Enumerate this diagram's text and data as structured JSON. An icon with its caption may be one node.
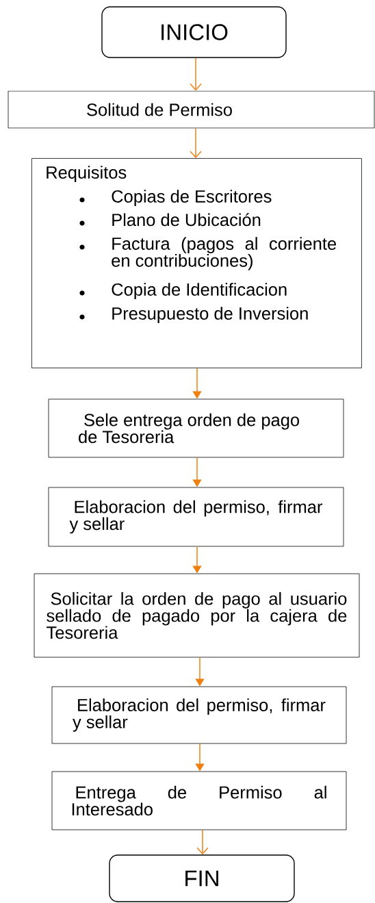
{
  "diagram": {
    "nodes": [
      {
        "text": [
          "INICIO"
        ]
      },
      {
        "text": [
          "Solitud de Permiso"
        ]
      },
      {
        "text": [
          "Requisitos",
          "Copias de Escritores",
          "Plano de Ubicación",
          "Factura (pagos al corriente en contribuciones)",
          "Copia de Identificacion",
          "Presupuesto de Inversion"
        ]
      },
      {
        "text": [
          "Sele entrega orden de pago de Tesoreria"
        ]
      },
      {
        "text": [
          "Elaboracion del permiso, firmar y sellar"
        ]
      },
      {
        "text": [
          "Solicitar la orden de pago al usuario sellado de pagado por la cajera de Tesoreria"
        ]
      },
      {
        "text": [
          "Elaboracion del permiso, firmar y sellar"
        ]
      },
      {
        "text": [
          "Entrega de Permiso al Interesado"
        ]
      },
      {
        "text": [
          "FIN"
        ]
      }
    ],
    "edges": [
      {
        "from": 0,
        "to": 1,
        "arrow": "to"
      },
      {
        "from": 1,
        "to": 2,
        "arrow": "to"
      },
      {
        "from": 2,
        "to": 3,
        "arrow": "to"
      },
      {
        "from": 3,
        "to": 4,
        "arrow": "to"
      },
      {
        "from": 4,
        "to": 5,
        "arrow": "to"
      },
      {
        "from": 5,
        "to": 6,
        "arrow": "to"
      },
      {
        "from": 6,
        "to": 7,
        "arrow": "to"
      },
      {
        "from": 7,
        "to": 8,
        "arrow": "to"
      }
    ]
  }
}
